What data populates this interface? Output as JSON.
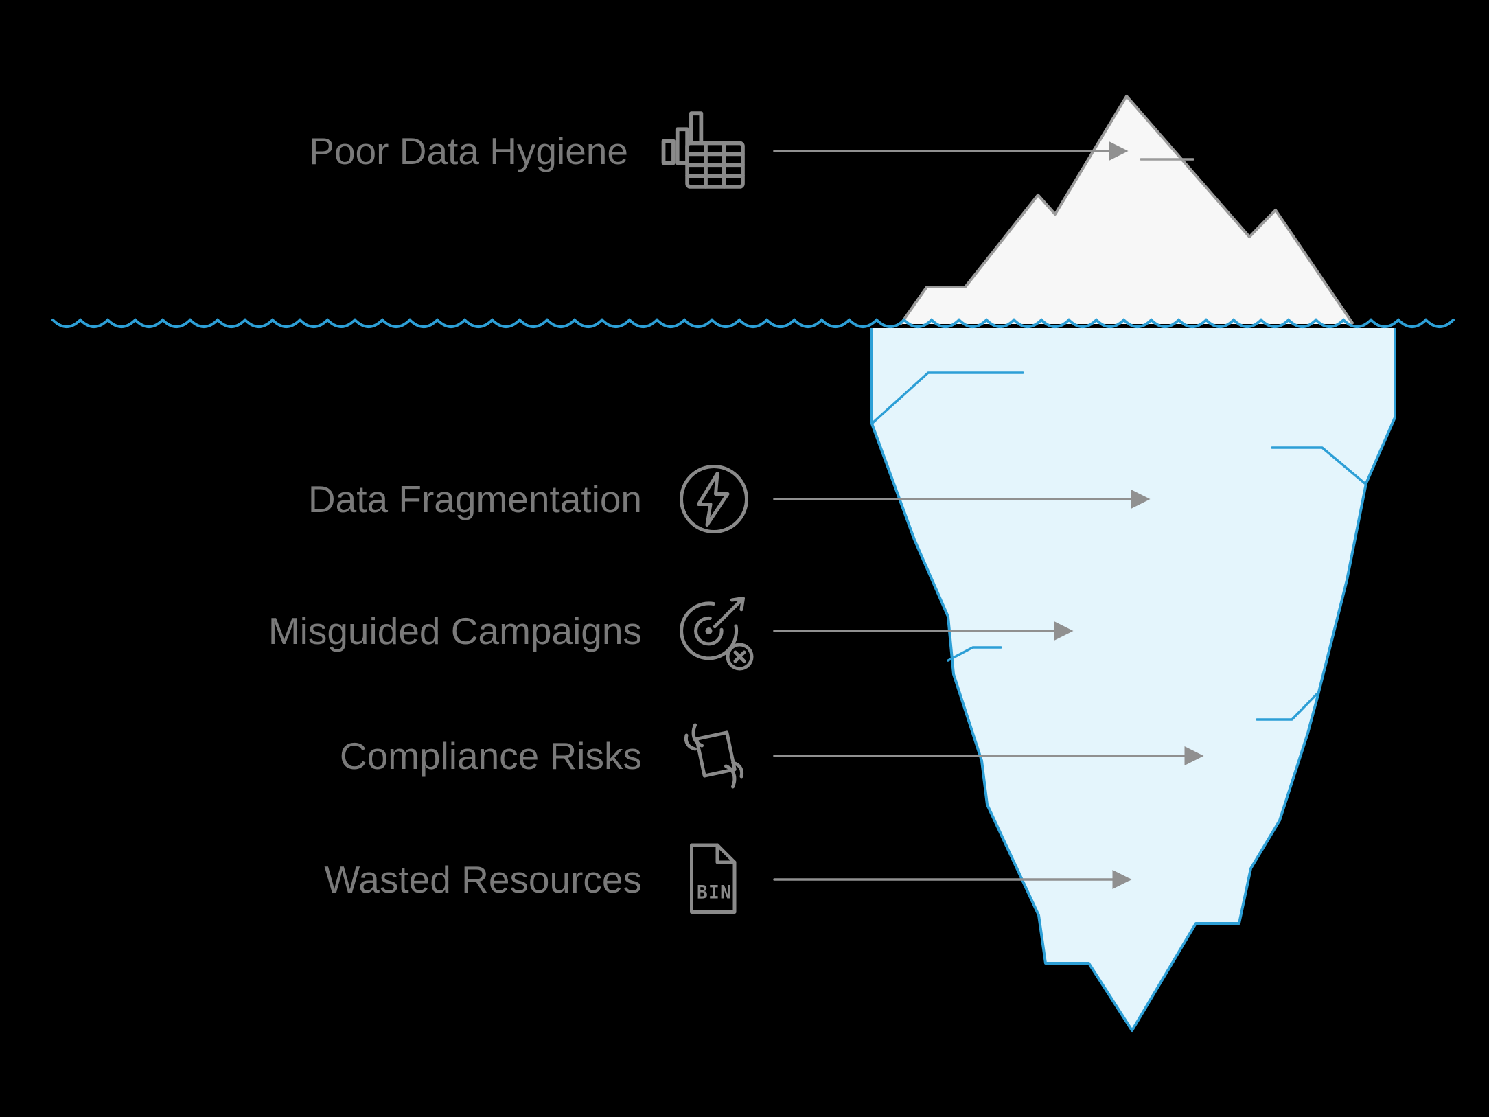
{
  "page": {
    "background": "#000000"
  },
  "colors": {
    "water_blue": "#2D9FD6",
    "iceberg_below_fill": "#E4F5FC",
    "iceberg_above_fill": "#F7F7F7",
    "iceberg_above_stroke": "#9B9B9B",
    "label_gray": "#7A7A7A",
    "arrow_gray": "#909090",
    "icon_gray": "#8A8A8A"
  },
  "labels": [
    {
      "text": "Poor Data Hygiene",
      "icon": "bar-chart-table-icon"
    },
    {
      "text": "Data Fragmentation",
      "icon": "lightning-circle-icon"
    },
    {
      "text": "Misguided Campaigns",
      "icon": "target-miss-icon"
    },
    {
      "text": "Compliance Risks",
      "icon": "document-hands-icon"
    },
    {
      "text": "Wasted Resources",
      "icon": "bin-file-icon",
      "icon_text": "BIN"
    }
  ]
}
